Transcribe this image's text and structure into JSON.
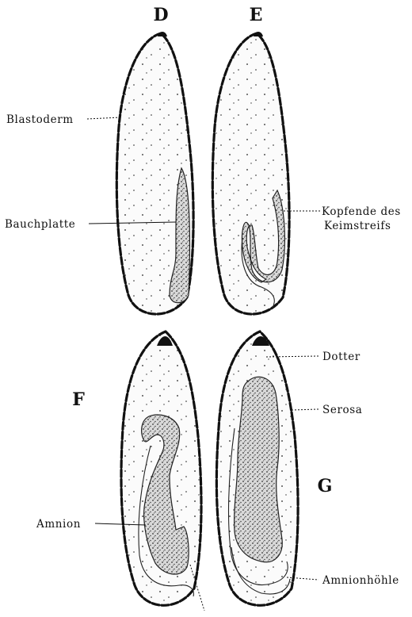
{
  "panels": {
    "d": "D",
    "e": "E",
    "f": "F",
    "g": "G"
  },
  "labels": {
    "blastoderm": "Blastoderm",
    "bauchplatte": "Bauchplatte",
    "kopfende_line1": "Kopfende des",
    "kopfende_line2": "Keimstreifs",
    "dotter": "Dotter",
    "serosa": "Serosa",
    "amnion": "Amnion",
    "amnionhoehle": "Amnionhöhle"
  }
}
